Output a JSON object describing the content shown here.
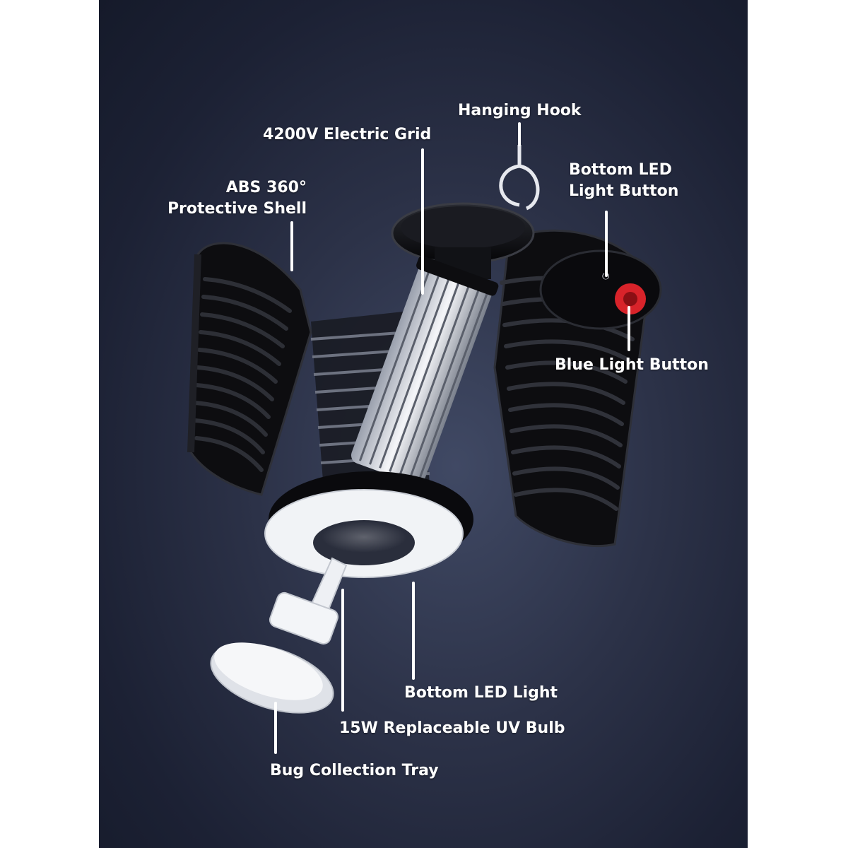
{
  "callouts": {
    "hanging_hook": "Hanging Hook",
    "electric_grid": "4200V Electric Grid",
    "bottom_led_button_line1": "Bottom LED",
    "bottom_led_button_line2": "Light Button",
    "shell_line1": "ABS 360°",
    "shell_line2": "Protective Shell",
    "blue_light_button": "Blue Light Button",
    "bottom_led_light": "Bottom LED Light",
    "uv_bulb": "15W Replaceable UV Bulb",
    "collection_tray": "Bug Collection Tray"
  },
  "colors": {
    "background": "#232940",
    "label_text": "#ffffff",
    "shell": "#0d0d10",
    "white_parts": "#f1f3f6",
    "button_red": "#d8232a"
  },
  "icons": {
    "hook": "hanging-hook-icon",
    "button": "power-button-icon"
  }
}
